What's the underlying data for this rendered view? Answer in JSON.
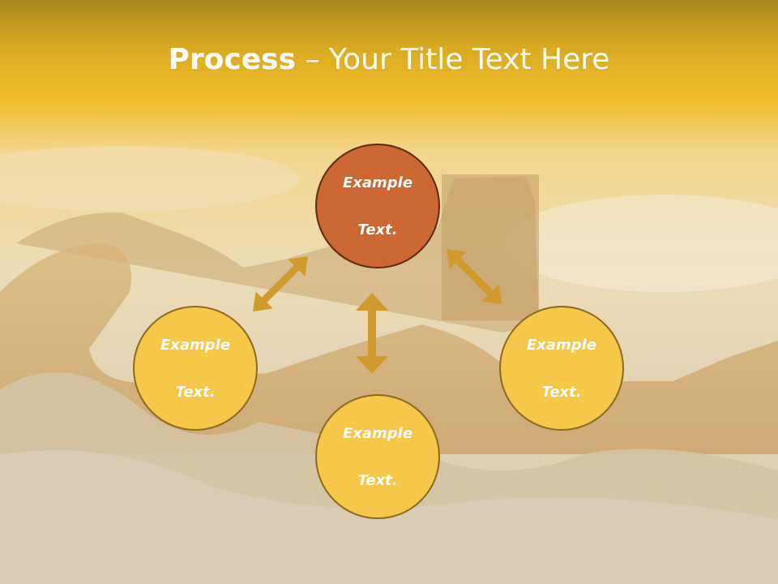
{
  "title": {
    "bold": "Process",
    "rest": " – Your Title Text Here"
  },
  "nodes": {
    "top": {
      "line1": "Example",
      "line2": "Text."
    },
    "left": {
      "line1": "Example",
      "line2": "Text."
    },
    "right": {
      "line1": "Example",
      "line2": "Text."
    },
    "bottom": {
      "line1": "Example",
      "line2": "Text."
    }
  },
  "colors": {
    "top_node": "#cc6633",
    "other_nodes": "#f6c84a",
    "arrows": "#d19a2c",
    "header_band": "#e8b520"
  }
}
